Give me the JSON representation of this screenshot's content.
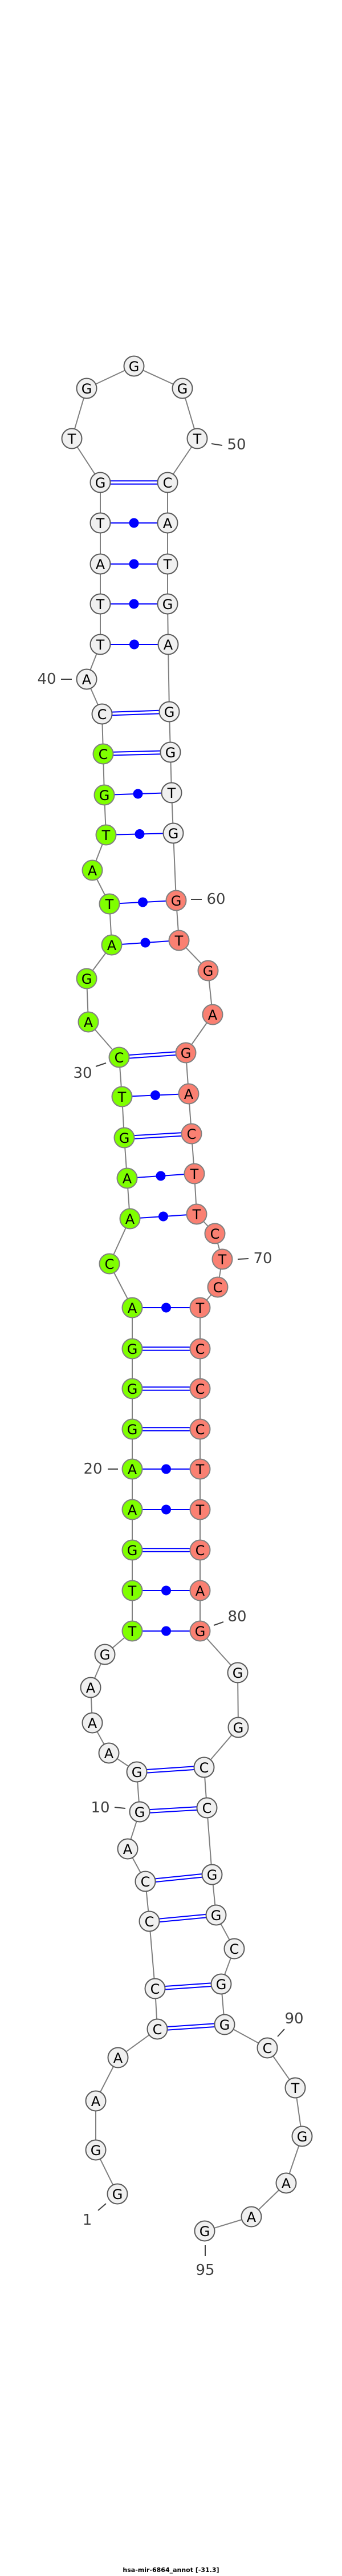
{
  "title": "hsa-mir-6864_annot [-31.3]",
  "sequence": "GGAACCCCAGGAAAGTTGAAGGGACAAGTCAGATATGCCATTATGTGGGTCATGAGGTGGTGAGACTTCTCTCCCTTCAGGGCCGGCGGCTGAAG",
  "colors": {
    "default": "#f0f0f0",
    "highlight_5p": "#7fff00",
    "highlight_3p": "#fa8072",
    "pair": "#0000ff",
    "backbone": "#808080"
  },
  "highlight_5p_range": [
    16,
    38
  ],
  "highlight_3p_range": [
    60,
    80
  ],
  "pairs": [
    [
      5,
      89
    ],
    [
      6,
      88
    ],
    [
      7,
      86
    ],
    [
      8,
      85
    ],
    [
      10,
      84
    ],
    [
      11,
      83
    ],
    [
      16,
      80
    ],
    [
      17,
      79
    ],
    [
      18,
      78
    ],
    [
      19,
      77
    ],
    [
      20,
      76
    ],
    [
      21,
      75
    ],
    [
      22,
      74
    ],
    [
      23,
      73
    ],
    [
      24,
      72
    ],
    [
      26,
      68
    ],
    [
      27,
      67
    ],
    [
      28,
      66
    ],
    [
      29,
      65
    ],
    [
      30,
      64
    ],
    [
      33,
      61
    ],
    [
      34,
      60
    ],
    [
      36,
      59
    ],
    [
      37,
      58
    ],
    [
      38,
      57
    ],
    [
      39,
      56
    ],
    [
      41,
      55
    ],
    [
      42,
      54
    ],
    [
      43,
      53
    ],
    [
      44,
      52
    ],
    [
      45,
      51
    ]
  ],
  "position_labels": [
    "1",
    "10",
    "20",
    "30",
    "40",
    "50",
    "60",
    "70",
    "80",
    "90",
    "95"
  ]
}
